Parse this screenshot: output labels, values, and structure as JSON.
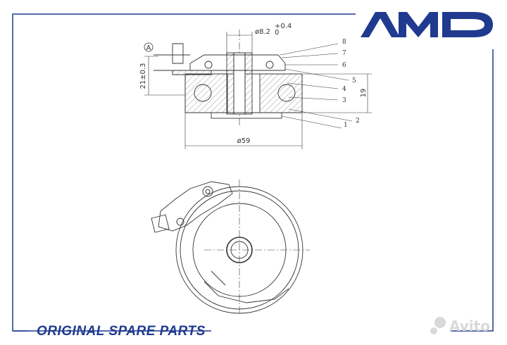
{
  "brand": {
    "logo_text": "AMD",
    "color": "#1f3a8f"
  },
  "footer": {
    "label": "ORIGINAL SPARE PARTS"
  },
  "watermark": {
    "label": "Avito"
  },
  "dimensions": {
    "datum": "A",
    "height": "21±0.3",
    "bore": "ø8.2",
    "bore_tol_upper": "+0.4",
    "bore_tol_lower": "0",
    "diameter": "ø59",
    "width": "19"
  },
  "callouts": [
    "1",
    "2",
    "3",
    "4",
    "5",
    "6",
    "7",
    "8"
  ]
}
